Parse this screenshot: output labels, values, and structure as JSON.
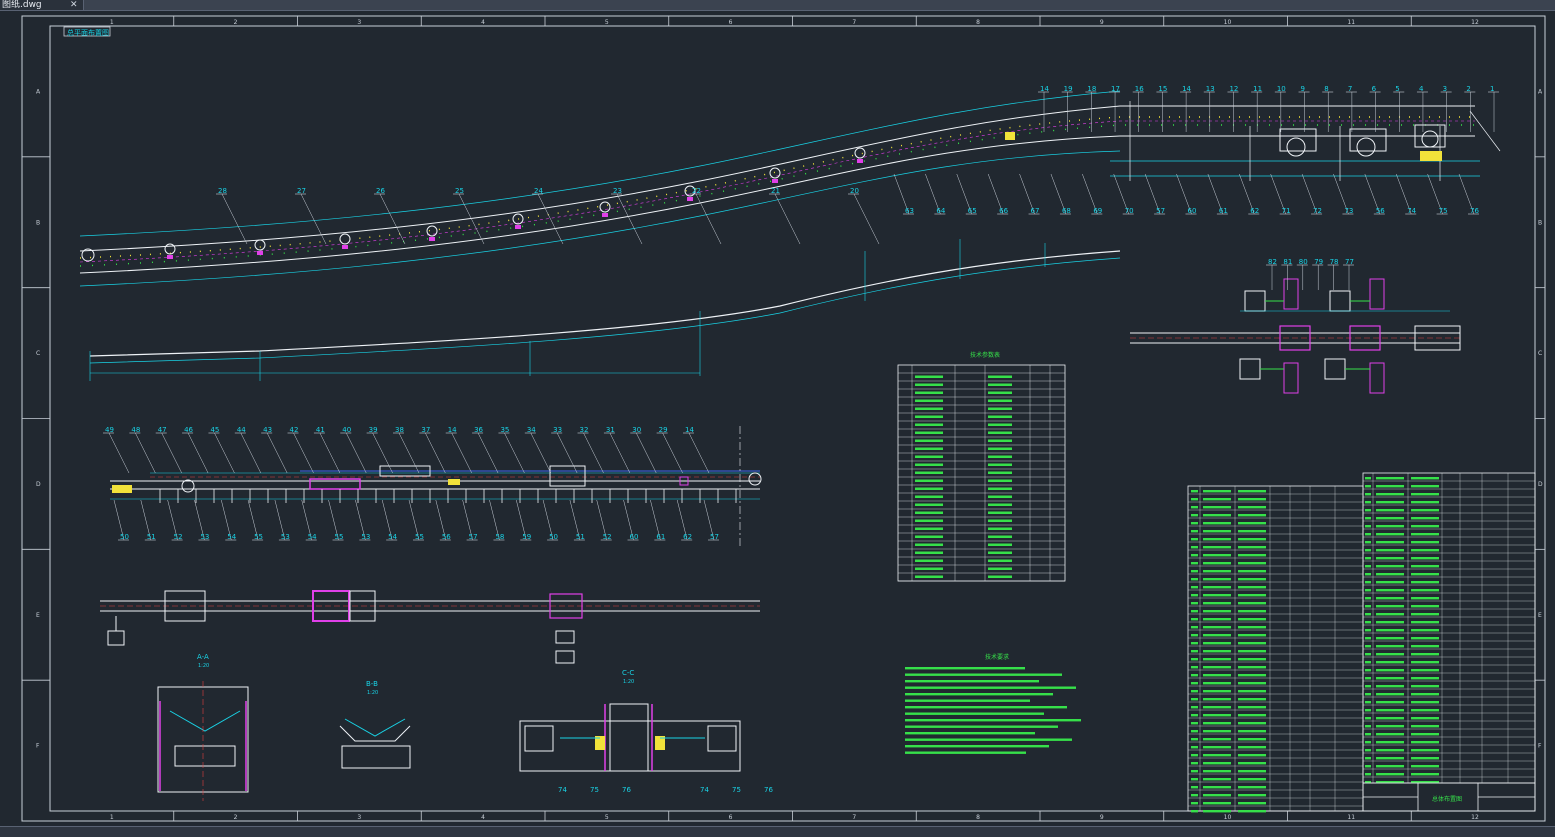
{
  "window": {
    "tab_title": "图纸.dwg",
    "tab_close_glyph": "✕"
  },
  "frame": {
    "columns": [
      "1",
      "2",
      "3",
      "4",
      "5",
      "6",
      "7",
      "8",
      "9",
      "10",
      "11",
      "12"
    ],
    "rows": [
      "A",
      "B",
      "C",
      "D",
      "E",
      "F"
    ]
  },
  "drawing": {
    "corner_label": "总平面布置图",
    "callouts_top": [
      "14",
      "19",
      "18",
      "17",
      "16",
      "15",
      "14",
      "13",
      "12",
      "11",
      "10",
      "9",
      "8",
      "7",
      "6",
      "5",
      "4",
      "3",
      "2",
      "1"
    ],
    "callouts_top_left": [
      "28",
      "27",
      "26",
      "25",
      "24",
      "23",
      "22",
      "21",
      "20"
    ],
    "callouts_top_bottom": [
      "63",
      "64",
      "65",
      "66",
      "67",
      "68",
      "69",
      "70",
      "57",
      "60",
      "61",
      "62",
      "71",
      "72",
      "73",
      "56",
      "74",
      "75",
      "76"
    ],
    "callouts_mid": [
      "49",
      "48",
      "47",
      "46",
      "45",
      "44",
      "43",
      "42",
      "41",
      "40",
      "39",
      "38",
      "37",
      "14",
      "36",
      "35",
      "34",
      "33",
      "32",
      "31",
      "30",
      "29",
      "14"
    ],
    "callouts_mid_bottom": [
      "50",
      "51",
      "52",
      "53",
      "54",
      "55",
      "53",
      "54",
      "55",
      "53",
      "54",
      "55",
      "56",
      "57",
      "58",
      "59",
      "50",
      "51",
      "52",
      "60",
      "61",
      "62",
      "57"
    ],
    "callouts_right": [
      "82",
      "81",
      "80",
      "79",
      "78",
      "77"
    ],
    "section_labels": [
      "A-A",
      "B-B",
      "C-C"
    ],
    "section_scales": [
      "1:20",
      "1:20",
      "1:20"
    ],
    "section_callouts": [
      "74",
      "75",
      "76",
      "74",
      "75",
      "76"
    ],
    "spec_table_title": "技术参数表",
    "notes_title": "技术要求",
    "title_block_name": "总体布置图"
  },
  "colors": {
    "bg": "#212830",
    "frame": "#c8cfd8",
    "cyan": "#19d3e6",
    "white": "#eef2f6",
    "yellow": "#f2e23a",
    "magenta": "#e040e8",
    "green": "#36e04a",
    "red": "#e04040",
    "blue": "#3a66f0"
  }
}
